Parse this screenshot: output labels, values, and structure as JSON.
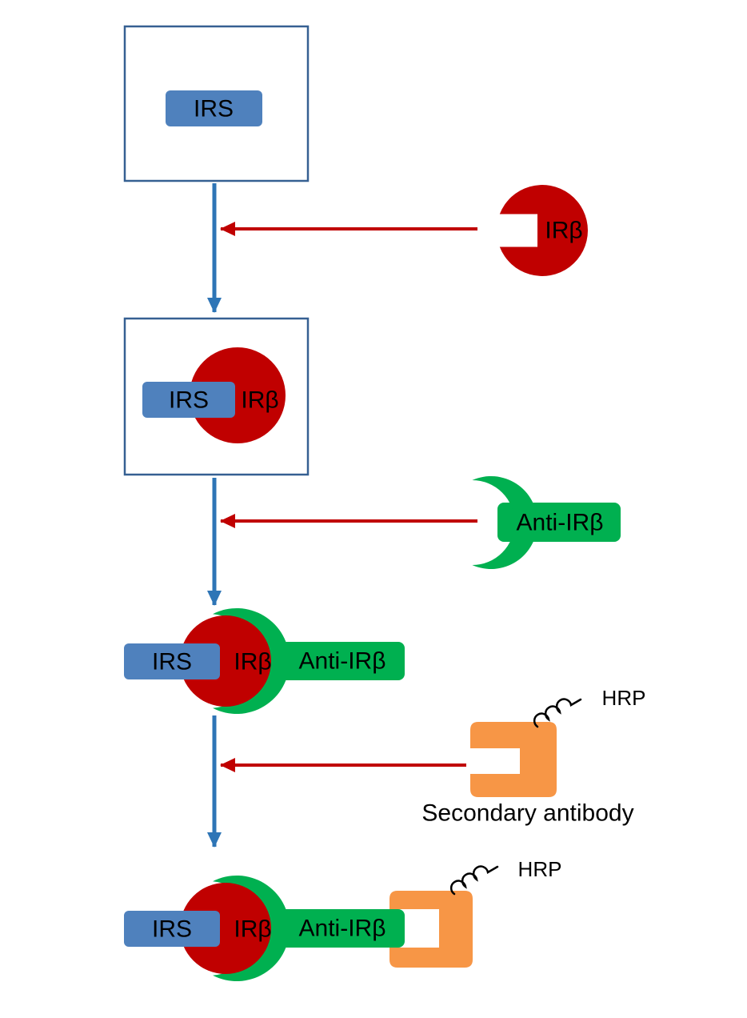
{
  "colors": {
    "background": "#ffffff",
    "box-border": "#366092",
    "irs-blue": "#4F81BD",
    "arrow-blue": "#2E75B6",
    "red": "#C00000",
    "green": "#00B050",
    "orange": "#F79646",
    "text": "#000000"
  },
  "labels": {
    "irs": "IRS",
    "ir_beta": "IRβ",
    "anti_ir_beta": "Anti-IRβ",
    "hrp": "HRP",
    "secondary_antibody": "Secondary antibody"
  }
}
